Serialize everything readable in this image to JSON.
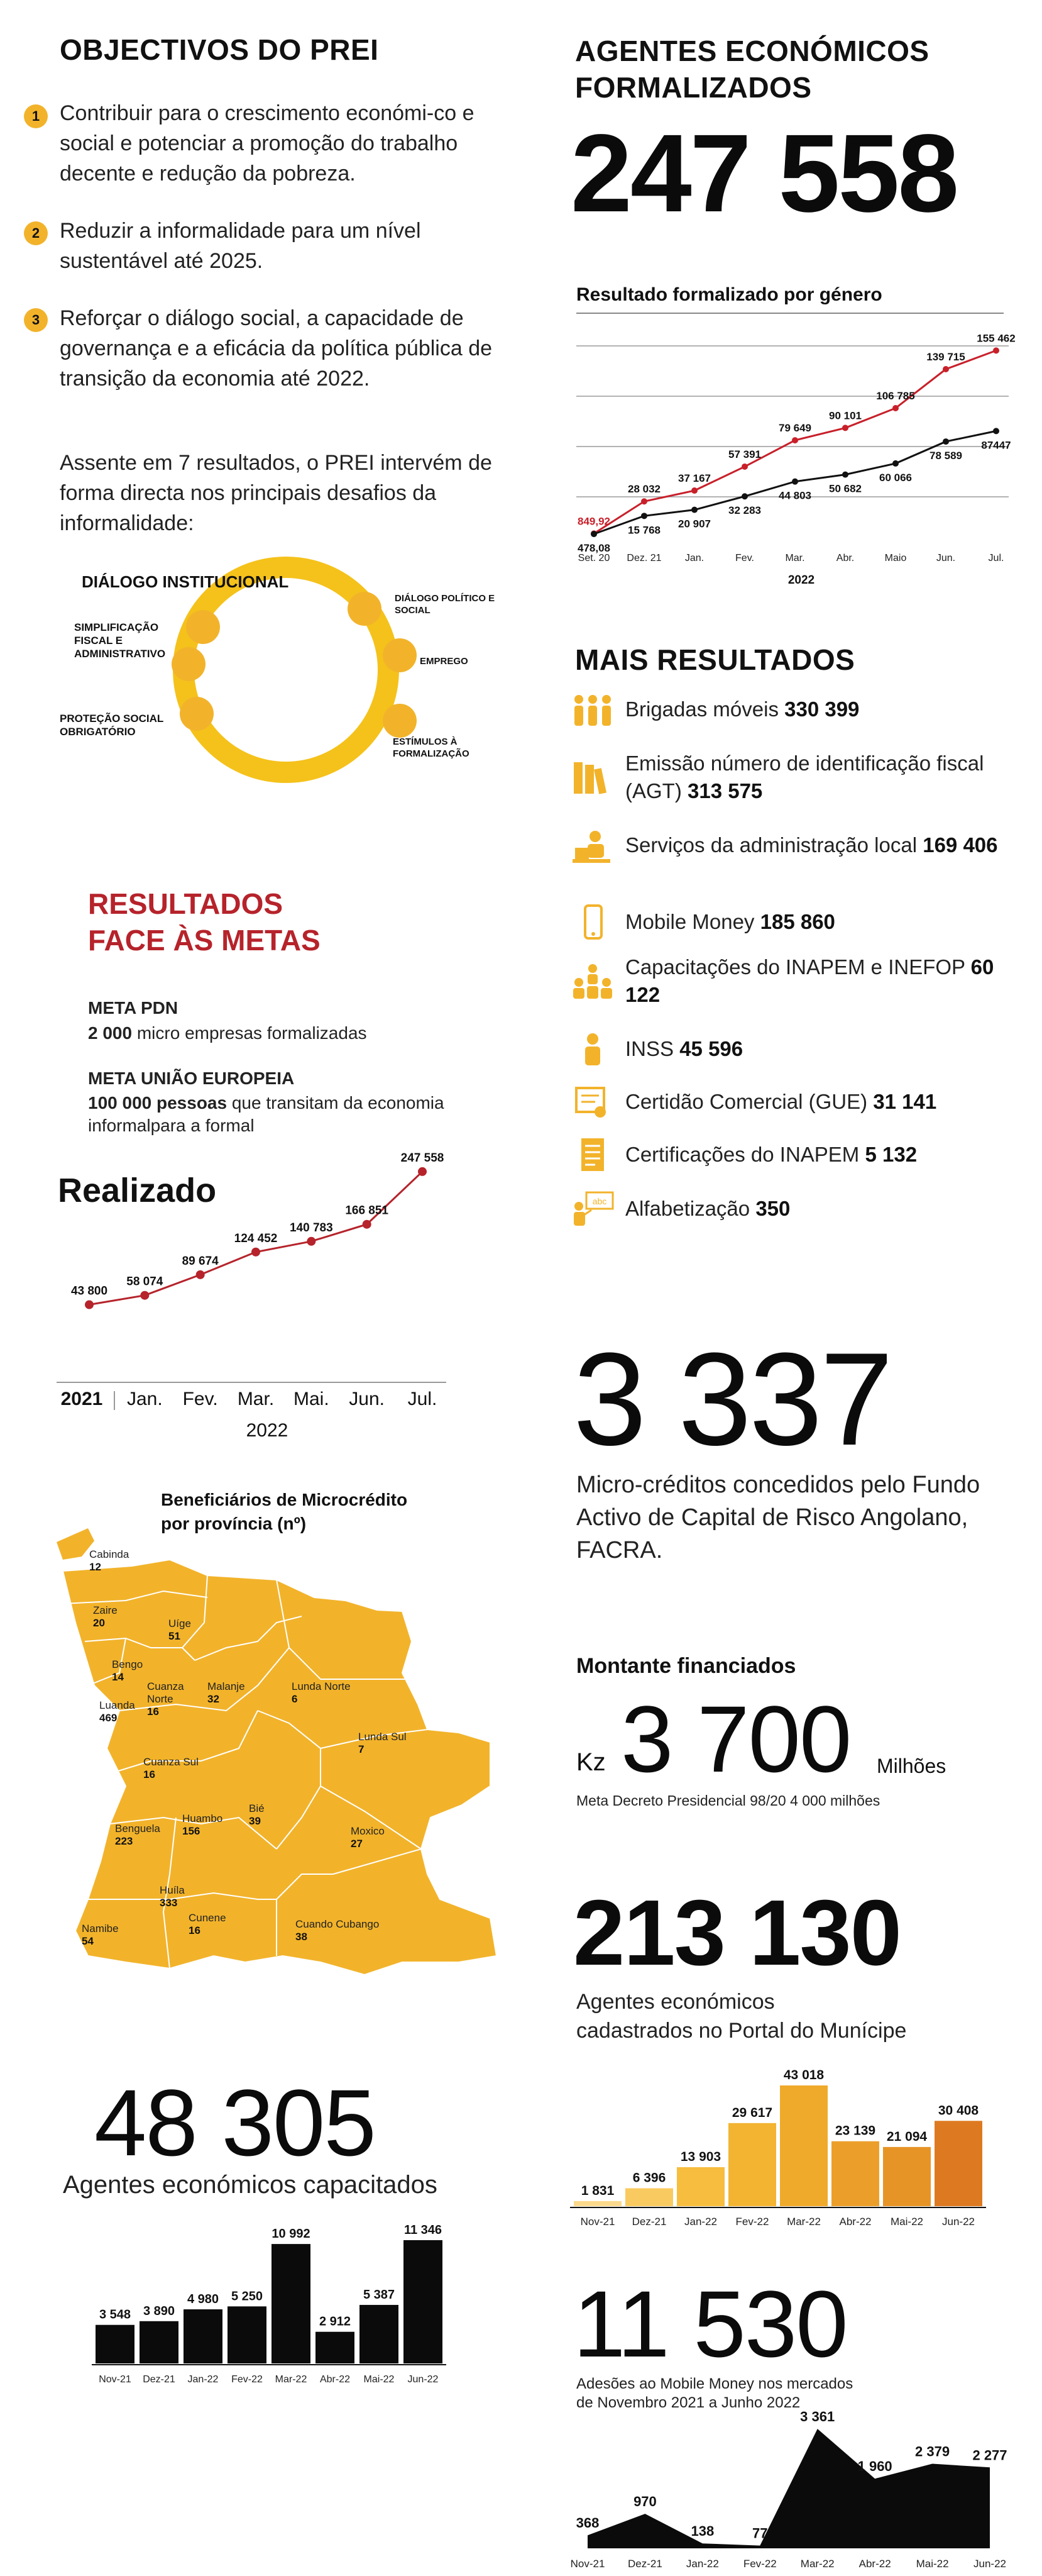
{
  "objectives": {
    "title": "OBJECTIVOS DO PREI",
    "items": [
      {
        "num": "1",
        "text": "Contribuir para o crescimento económi-co e social e potenciar a promoção do trabalho decente e redução da pobreza."
      },
      {
        "num": "2",
        "text": "Reduzir a informalidade para um nível sustentável até 2025."
      },
      {
        "num": "3",
        "text": "Reforçar o diálogo social, a capacidade de governança e a eficácia da política pública de transição da economia até 2022."
      }
    ],
    "intro": "Assente em 7 resultados, o PREI intervém de forma directa nos principais desafios da informalidade:"
  },
  "wheel": {
    "labels": [
      "DIÁLOGO INSTITUCIONAL",
      "DIÁLOGO POLÍTICO E SOCIAL",
      "SIMPLIFICAÇÃO FISCAL E ADMINISTRATIVO",
      "EMPREGO",
      "PROTEÇÃO SOCIAL OBRIGATÓRIO",
      "ESTÍMULOS À FORMALIZAÇÃO"
    ]
  },
  "agents": {
    "title": "AGENTES ECONÓMICOS FORMALIZADOS",
    "total": "247 558",
    "gender_chart_title": "Resultado formalizado por género"
  },
  "more_results": {
    "title": "MAIS RESULTADOS",
    "items": [
      {
        "icon": "group-icon",
        "label": "Brigadas móveis",
        "value": "330 399"
      },
      {
        "icon": "books-icon",
        "label": "Emissão número de identificação fiscal (AGT)",
        "value": "313 575"
      },
      {
        "icon": "office-worker-icon",
        "label": "Serviços da administração local",
        "value": "169 406"
      },
      {
        "icon": "phone-icon",
        "label": "Mobile Money",
        "value": "185 860"
      },
      {
        "icon": "training-icon",
        "label": "Capacitações do INAPEM e INEFOP",
        "value": "60 122"
      },
      {
        "icon": "person-icon",
        "label": "INSS",
        "value": "45 596"
      },
      {
        "icon": "certificate-icon",
        "label": "Certidão Comercial (GUE)",
        "value": "31 141"
      },
      {
        "icon": "document-icon",
        "label": "Certificações do INAPEM",
        "value": "5 132"
      },
      {
        "icon": "teacher-icon",
        "label": "Alfabetização",
        "value": "350"
      }
    ]
  },
  "targets": {
    "title_line1": "RESULTADOS",
    "title_line2": "FACE ÀS METAS",
    "meta1_title": "META PDN",
    "meta1_bold": "2 000",
    "meta1_text": " micro empresas formalizadas",
    "meta2_title": "META UNIÃO EUROPEIA",
    "meta2_bold": "100 000 pessoas",
    "meta2_text": " que transitam da economia informalpara a formal",
    "realizado": "Realizado"
  },
  "microcredit": {
    "total": "3 337",
    "desc": "Micro-créditos concedidos pelo Fundo Activo de Capital de Risco Angolano, FACRA.",
    "map_title_l1": "Beneficiários de Microcrédito",
    "map_title_l2": "por província (nº)",
    "funded_title": "Montante financiados",
    "currency": "Kz",
    "amount": "3 700",
    "unit": "Milhões",
    "meta_note": "Meta Decreto Presidencial 98/20 4 000 milhões"
  },
  "provinces": [
    {
      "name": "Cabinda",
      "value": "12"
    },
    {
      "name": "Zaire",
      "value": "20"
    },
    {
      "name": "Uíge",
      "value": "51"
    },
    {
      "name": "Bengo",
      "value": "14"
    },
    {
      "name": "Luanda",
      "value": "469"
    },
    {
      "name": "Cuanza Norte",
      "value": "16"
    },
    {
      "name": "Malanje",
      "value": "32"
    },
    {
      "name": "Lunda Norte",
      "value": "6"
    },
    {
      "name": "Lunda Sul",
      "value": "7"
    },
    {
      "name": "Cuanza Sul",
      "value": "16"
    },
    {
      "name": "Huambo",
      "value": "156"
    },
    {
      "name": "Bié",
      "value": "39"
    },
    {
      "name": "Moxico",
      "value": "27"
    },
    {
      "name": "Benguela",
      "value": "223"
    },
    {
      "name": "Huíla",
      "value": "333"
    },
    {
      "name": "Namibe",
      "value": "54"
    },
    {
      "name": "Cunene",
      "value": "16"
    },
    {
      "name": "Cuando Cubango",
      "value": "38"
    }
  ],
  "portal": {
    "total": "213 130",
    "desc_l1": "Agentes económicos",
    "desc_l2": "cadastrados no Portal do Munícipe"
  },
  "trained": {
    "total": "48 305",
    "desc": "Agentes económicos capacitados"
  },
  "mobile": {
    "total": "11 530",
    "desc_l1": "Adesões ao Mobile Money  nos mercados",
    "desc_l2": "de Novembro 2021 a Junho 2022"
  },
  "chart_data": [
    {
      "id": "gender",
      "type": "line",
      "title": "Resultado formalizado por género",
      "categories": [
        "Set. 20",
        "Dez. 21",
        "Jan.",
        "Fev.",
        "Mar.",
        "Abr.",
        "Maio",
        "Jun.",
        "Jul."
      ],
      "x_group_label": "2022",
      "series": [
        {
          "values": [
            849.92,
            28032,
            37167,
            57391,
            79649,
            90101,
            106785,
            139715,
            155462
          ],
          "labels": [
            "849,92",
            "28 032",
            "37 167",
            "57 391",
            "79 649",
            "90 101",
            "106 785",
            "139 715",
            "155 462"
          ],
          "color": "#c8202a"
        },
        {
          "values": [
            478.08,
            15768,
            20907,
            32283,
            44803,
            50682,
            60066,
            78589,
            87447
          ],
          "labels": [
            "478,08",
            "15 768",
            "20 907",
            "32 283",
            "44 803",
            "50 682",
            "60 066",
            "78 589",
            "87447"
          ],
          "color": "#111111"
        }
      ],
      "ylim": [
        0,
        170000
      ],
      "grid": true
    },
    {
      "id": "realizado",
      "type": "line",
      "title": "Realizado",
      "categories": [
        "2021",
        "Jan.",
        "Fev.",
        "Mar.",
        "Mai.",
        "Jun.",
        "Jul."
      ],
      "x_group_label": "2022",
      "values": [
        43800,
        58074,
        89674,
        124452,
        140783,
        166851,
        247558
      ],
      "labels": [
        "43 800",
        "58 074",
        "89 674",
        "124 452",
        "140 783",
        "166 851",
        "247 558"
      ],
      "ylim": [
        0,
        260000
      ],
      "color": "#b6232b"
    },
    {
      "id": "portal",
      "type": "bar",
      "categories": [
        "Nov-21",
        "Dez-21",
        "Jan-22",
        "Fev-22",
        "Mar-22",
        "Abr-22",
        "Mai-22",
        "Jun-22"
      ],
      "values": [
        1831,
        6396,
        13903,
        29617,
        43018,
        23139,
        21094,
        30408
      ],
      "labels": [
        "1 831",
        "6 396",
        "13 903",
        "29 617",
        "43 018",
        "23 139",
        "21 094",
        "30 408"
      ],
      "ylim": [
        0,
        43018
      ],
      "colors": [
        "#fbd98c",
        "#f9ca5f",
        "#f6bd3e",
        "#f2b431",
        "#efaa2b",
        "#eb9f2a",
        "#e79427",
        "#dd7a21"
      ]
    },
    {
      "id": "trained",
      "type": "bar",
      "categories": [
        "Nov-21",
        "Dez-21",
        "Jan-22",
        "Fev-22",
        "Mar-22",
        "Abr-22",
        "Mai-22",
        "Jun-22"
      ],
      "values": [
        3548,
        3890,
        4980,
        5250,
        10992,
        2912,
        5387,
        11346
      ],
      "labels": [
        "3 548",
        "3 890",
        "4 980",
        "5 250",
        "10 992",
        "2 912",
        "5 387",
        "11 346"
      ],
      "ylim": [
        0,
        11346
      ],
      "color": "#0b0b0b"
    },
    {
      "id": "mobile",
      "type": "area",
      "categories": [
        "Nov-21",
        "Dez-21",
        "Jan-22",
        "Fev-22",
        "Mar-22",
        "Abr-22",
        "Mai-22",
        "Jun-22"
      ],
      "values": [
        368,
        970,
        138,
        77,
        3361,
        1960,
        2379,
        2277
      ],
      "labels": [
        "368",
        "970",
        "138",
        "77",
        "3 361",
        "1 960",
        "2 379",
        "2 277"
      ],
      "ylim": [
        0,
        3361
      ],
      "color": "#0b0b0b"
    }
  ]
}
